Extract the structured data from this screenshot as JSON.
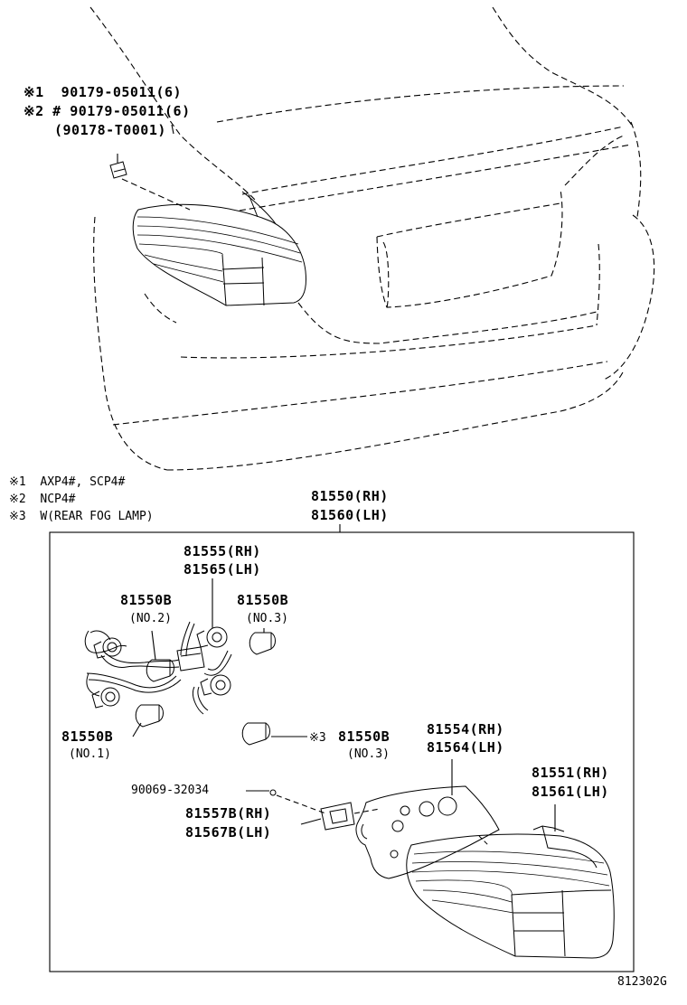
{
  "diagram_code": "812302G",
  "top_callout": {
    "line1": "※1  90179-05011(6)",
    "line2": "※2 # 90179-05011(6)",
    "line3": "(90178-T0001)"
  },
  "notes": [
    "※1  AXP4#, SCP4#",
    "※2  NCP4#",
    "※3  W(REAR FOG LAMP)"
  ],
  "assembly": {
    "rh": "81550(RH)",
    "lh": "81560(LH)"
  },
  "parts": {
    "socket": {
      "rh": "81555(RH)",
      "lh": "81565(LH)"
    },
    "bulb_no2": {
      "num": "81550B",
      "sub": "(NO.2)"
    },
    "bulb_no3_top": {
      "num": "81550B",
      "sub": "(NO.3)"
    },
    "bulb_no1": {
      "num": "81550B",
      "sub": "(NO.1)"
    },
    "bulb_no3_fog": {
      "mark": "※3",
      "num": "81550B",
      "sub": "(NO.3)"
    },
    "gasket": {
      "rh": "81554(RH)",
      "lh": "81564(LH)"
    },
    "lens": {
      "rh": "81551(RH)",
      "lh": "81561(LH)"
    },
    "screw": "90069-32034",
    "cover": {
      "rh": "81557B(RH)",
      "lh": "81567B(LH)"
    }
  }
}
